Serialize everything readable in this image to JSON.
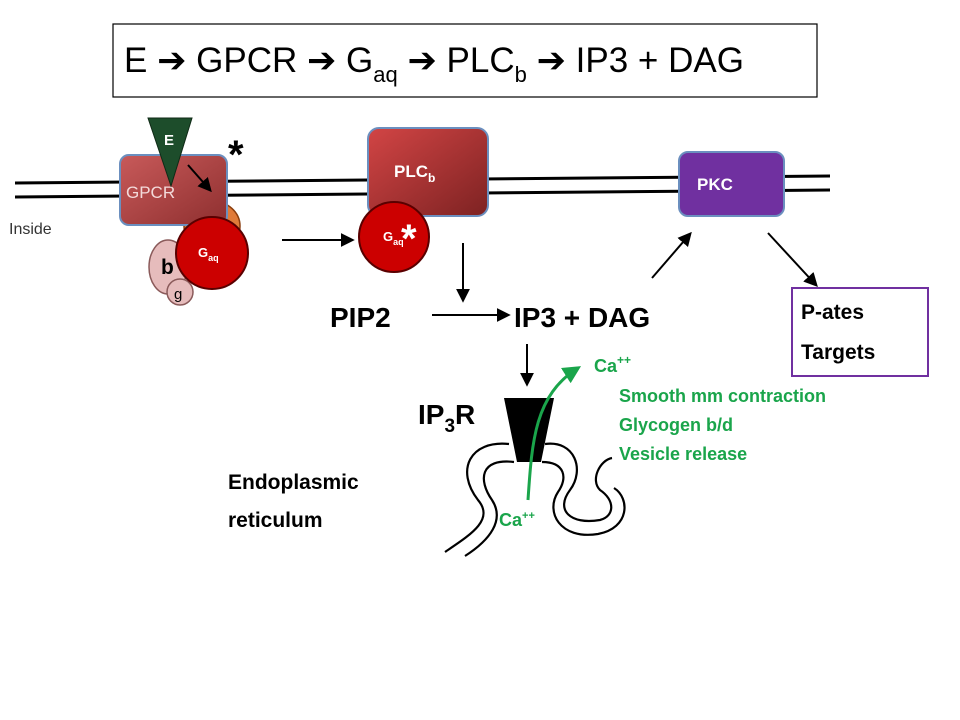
{
  "title": {
    "p1": "E ",
    "arrow": "➔",
    "p2": " GPCR ",
    "p3": " G",
    "g_sub": "aq",
    "p4": " PLC",
    "plc_sub": "b",
    "p5": " IP3 + DAG"
  },
  "labels": {
    "e": "E",
    "star": "*",
    "gpcr": "GPCR",
    "inside": "Inside",
    "g": "G",
    "g_sub": "aq",
    "b": "b",
    "gamma": "g",
    "plc": "PLC",
    "plc_sub": "b",
    "pkc": "PKC",
    "pip2": "PIP2",
    "ip3_dag": "IP3 + DAG",
    "targets_line1": "P-ates",
    "targets_line2": "Targets",
    "ca": "Ca",
    "ca_sup": "++",
    "ip3r_a": "IP",
    "ip3r_sub": "3",
    "ip3r_b": "R",
    "er_line1": "Endoplasmic",
    "er_line2": "reticulum",
    "effect1": "Smooth mm contraction",
    "effect2": "Glycogen b/d",
    "effect3": "Vesicle release"
  },
  "colors": {
    "gpcr": "#b34a4a",
    "plc": "#c23a3a",
    "g_protein": "#cc0000",
    "orange": "#e07b39",
    "pink": "#e6bcbc",
    "pkc": "#7030a0",
    "ligand": "#1d4d2b",
    "calcium": "#1aa54b"
  }
}
